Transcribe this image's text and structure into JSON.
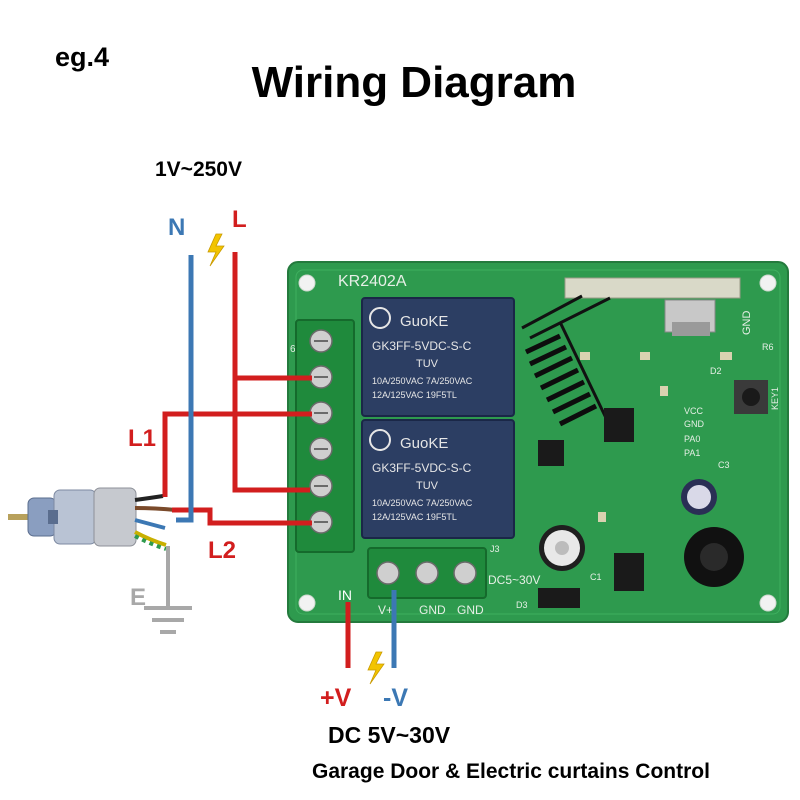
{
  "example_label": "eg.4",
  "title": "Wiring Diagram",
  "ac_voltage": "1V~250V",
  "wire_labels": {
    "neutral": "N",
    "line": "L",
    "load_1": "L1",
    "load_2": "L2",
    "earth": "E",
    "dc_positive": "+V",
    "dc_negative": "-V"
  },
  "board": {
    "model": "KR2402A",
    "relay_brand": "GuoKE",
    "relay_model": "GK3FF-5VDC-S-C",
    "relay_rating_1": "10A/250VAC  7A/250VAC",
    "relay_rating_2": "12A/125VAC     19F5TL",
    "relay_cert": "TUV",
    "power_terminal_labels": [
      "IN",
      "V+",
      "GND",
      "GND"
    ],
    "dc_range": "DC5~30V",
    "board_marks": {
      "gnd": "GND",
      "vcc": "VCC",
      "gnd2": "GND",
      "pa0": "PA0",
      "pa1": "PA1",
      "key": "KEY1",
      "r6": "R6",
      "d2": "D2",
      "c3": "C3",
      "c1": "C1",
      "d3": "D3",
      "j3": "J3",
      "terminal_number": "6"
    }
  },
  "dc_supply": "DC 5V~30V",
  "footer_caption": "Garage Door & Electric curtains Control",
  "colors": {
    "red_wire": "#d21e1e",
    "blue_wire": "#3c78b4",
    "earth_wire": "#a8a8a8",
    "pcb_green": "#2e9a4e",
    "terminal_green": "#1f8a3c",
    "relay_blue": "#2c3e63"
  }
}
